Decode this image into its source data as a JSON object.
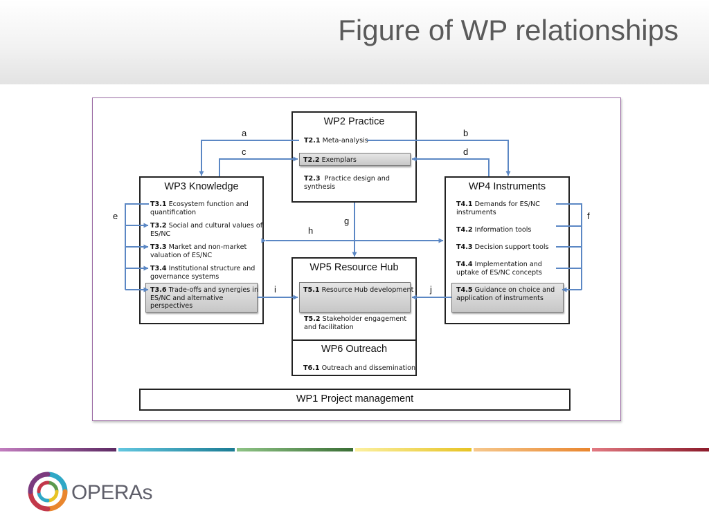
{
  "slide": {
    "title": "Figure of WP relationships"
  },
  "wp2": {
    "title": "WP2 Practice",
    "t21_id": "T2.1",
    "t21": "Meta-analysis",
    "t22_id": "T2.2",
    "t22": "Exemplars",
    "t23_id": "T2.3",
    "t23_a": "Practice design and",
    "t23_b": "synthesis"
  },
  "wp3": {
    "title": "WP3 Knowledge",
    "t31_id": "T3.1",
    "t31_a": "Ecosystem function and",
    "t31_b": "quantification",
    "t32_id": "T3.2",
    "t32_a": "Social and cultural values of",
    "t32_b": "ES/NC",
    "t33_id": "T3.3",
    "t33_a": "Market and non-market",
    "t33_b": "valuation of ES/NC",
    "t34_id": "T3.4",
    "t34_a": "Institutional structure and",
    "t34_b": "governance systems",
    "t36_id": "T3.6",
    "t36_a": "Trade-offs and synergies in",
    "t36_b": "ES/NC and alternative",
    "t36_c": "perspectives"
  },
  "wp4": {
    "title": "WP4 Instruments",
    "t41_id": "T4.1",
    "t41_a": "Demands for ES/NC",
    "t41_b": "instruments",
    "t42_id": "T4.2",
    "t42": "Information tools",
    "t43_id": "T4.3",
    "t43": "Decision support tools",
    "t44_id": "T4.4",
    "t44_a": "Implementation and",
    "t44_b": "uptake of ES/NC concepts",
    "t45_id": "T4.5",
    "t45_a": "Guidance on choice and",
    "t45_b": "application of instruments"
  },
  "wp5": {
    "title": "WP5 Resource Hub",
    "t51_id": "T5.1",
    "t51": "Resource Hub development",
    "t52_id": "T5.2",
    "t52_a": "Stakeholder engagement",
    "t52_b": "and facilitation"
  },
  "wp6": {
    "title": "WP6 Outreach",
    "t61_id": "T6.1",
    "t61": "Outreach and dissemination"
  },
  "wp1": {
    "title": "WP1 Project management"
  },
  "arrows": {
    "a": "a",
    "b": "b",
    "c": "c",
    "d": "d",
    "e": "e",
    "f": "f",
    "g": "g",
    "h": "h",
    "i": "i",
    "j": "j"
  },
  "colors": {
    "arrow": "#5b87c4",
    "frame": "#9a6aa3"
  },
  "footer": {
    "brand": "OPERAs",
    "stripe_colors": [
      "#7b3a7e",
      "#2fa8c6",
      "#5a9a4e",
      "#f1d64a",
      "#f0a454",
      "#c2384a"
    ]
  }
}
